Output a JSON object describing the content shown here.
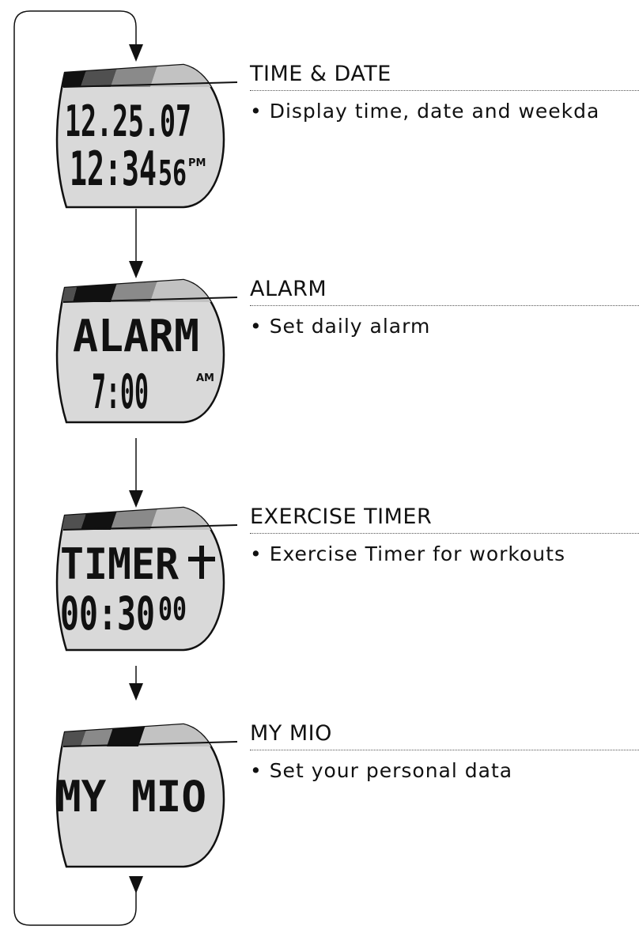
{
  "modes": [
    {
      "title": "TIME & DATE",
      "description": "• Display time, date and weekda",
      "display": {
        "line1": "12.25.07",
        "line2": "12:34",
        "seconds": "56",
        "indicator": "PM"
      }
    },
    {
      "title": "ALARM",
      "description": "• Set daily alarm",
      "display": {
        "line1": "ALARM",
        "line2": "7:00",
        "indicator": "AM"
      }
    },
    {
      "title": "EXERCISE TIMER",
      "description": "• Exercise Timer for workouts",
      "display": {
        "line1": "TIMER",
        "line2": "00:30",
        "seconds": "00"
      }
    },
    {
      "title": "MY MIO",
      "description": "• Set your personal data",
      "display": {
        "line1": "MY MIO"
      }
    }
  ],
  "colors": {
    "screen_fill": "#d9d9d9",
    "outline": "#111111",
    "band_dark": "#505050",
    "band_mid": "#8a8a8a",
    "band_light": "#c2c2c2",
    "band_active": "#111111"
  }
}
